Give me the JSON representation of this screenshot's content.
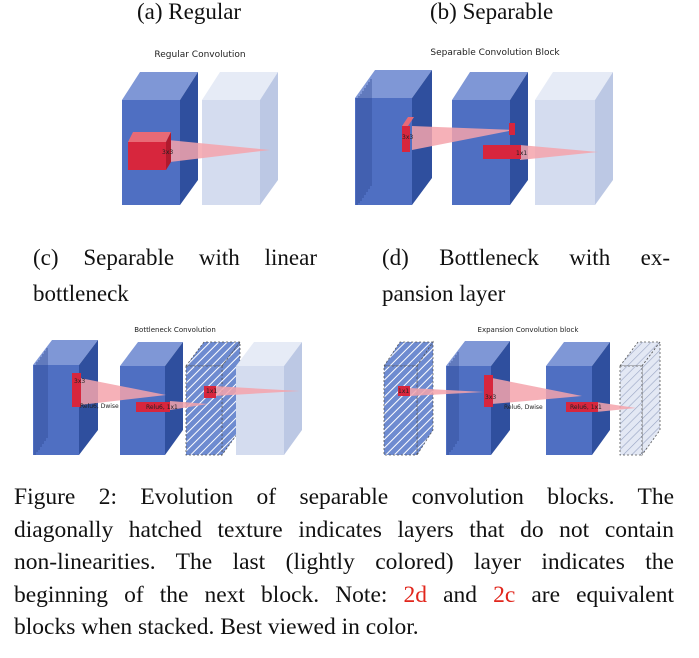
{
  "panels": {
    "a": {
      "caption": "(a) Regular",
      "title": "Regular Convolution",
      "kernel": "3x3"
    },
    "b": {
      "caption": "(b) Separable",
      "title": "Separable Convolution Block",
      "kernel1": "3x3",
      "kernel2": "1x1"
    },
    "c": {
      "caption_line1": "(c) Separable with linear",
      "caption_line2": "bottleneck",
      "title": "Bottleneck Convolution",
      "kernel1": "3x3",
      "kernel2": "1x1",
      "label1": "Relu6, Dwise",
      "label2": "Relu6, 1x1"
    },
    "d": {
      "caption_line1": "(d) Bottleneck with ex-",
      "caption_line2": "pansion layer",
      "title": "Expansion Convolution block",
      "kernel1": "1x1",
      "kernel2": "3x3",
      "kernel3": "1x1",
      "label1": "Relu6, Dwise",
      "label2": "Relu6, 1x1"
    }
  },
  "figure_caption": {
    "line1": "Figure 2:  Evolution of separable convolution blocks.  The",
    "line2": "diagonally hatched texture indicates layers that do not contain",
    "line3": "non-linearities.  The last (lightly colored) layer indicates the",
    "line4_before": "beginning of the next block.  Note:  ",
    "ref1": "2d",
    "line4_middle": " and  ",
    "ref2": "2c",
    "line4_after": " are equivalent",
    "line5": "blocks when stacked.  Best viewed in color."
  },
  "colors": {
    "block": "#4f6fc2",
    "block_dark": "#3a5aa8",
    "light_block": "#d4dcef",
    "kernel": "#d7263d",
    "cone": "#f4a3ab",
    "ref": "#e1261c"
  }
}
